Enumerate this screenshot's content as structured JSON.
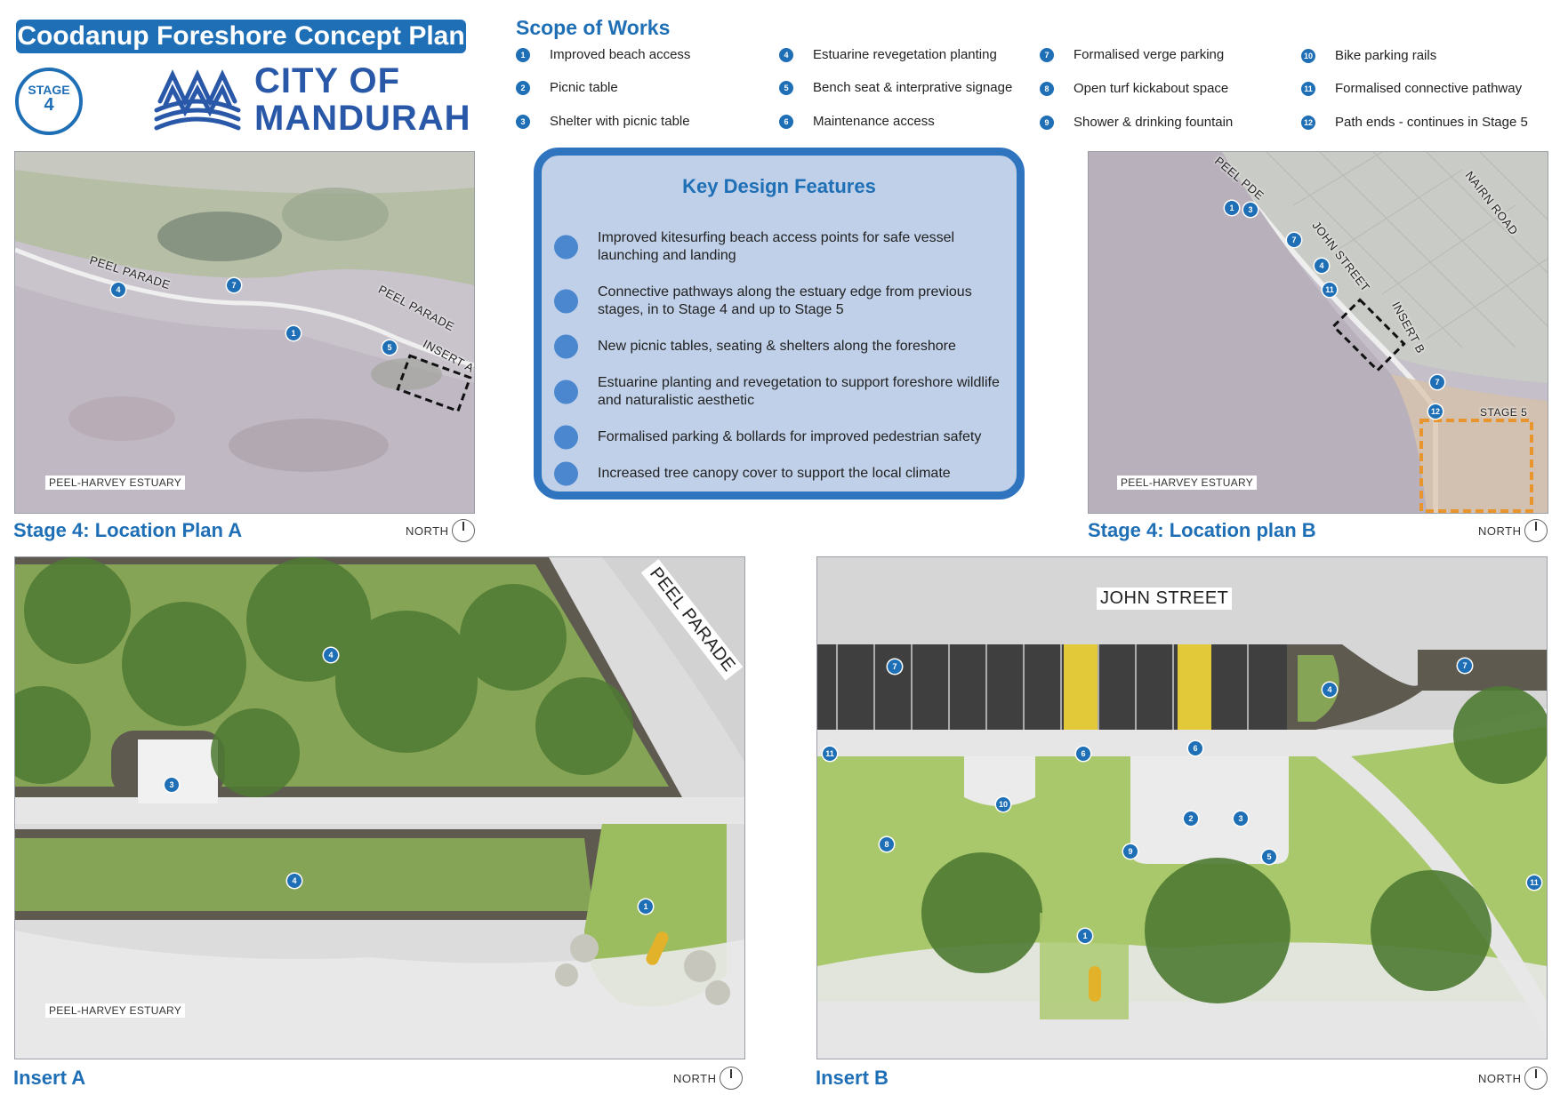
{
  "header": {
    "title": "Coodanup Foreshore Concept Plan",
    "stage_label": "STAGE",
    "stage_number": "4",
    "logo_line1": "CITY OF",
    "logo_line2": "MANDURAH"
  },
  "scope": {
    "title": "Scope of Works",
    "items": [
      {
        "n": "1",
        "label": "Improved beach access"
      },
      {
        "n": "2",
        "label": "Picnic table"
      },
      {
        "n": "3",
        "label": "Shelter with picnic table"
      },
      {
        "n": "4",
        "label": "Estuarine revegetation planting"
      },
      {
        "n": "5",
        "label": "Bench seat & interprative signage"
      },
      {
        "n": "6",
        "label": "Maintenance access"
      },
      {
        "n": "7",
        "label": "Formalised verge parking"
      },
      {
        "n": "8",
        "label": "Open turf kickabout space"
      },
      {
        "n": "9",
        "label": "Shower & drinking fountain"
      },
      {
        "n": "10",
        "label": "Bike parking rails"
      },
      {
        "n": "11",
        "label": "Formalised connective pathway"
      },
      {
        "n": "12",
        "label": "Path ends - continues in Stage 5"
      }
    ]
  },
  "key_features": {
    "title": "Key Design Features",
    "items": [
      "Improved kitesurfing beach access points for safe vessel launching and landing",
      "Connective pathways along the estuary edge from previous stages, in to Stage 4 and up to Stage 5",
      "New picnic tables, seating & shelters along the foreshore",
      "Estuarine planting and revegetation to support foreshore wildlife and naturalistic aesthetic",
      "Formalised parking & bollards for improved pedestrian safety",
      "Increased tree canopy cover to support the local climate"
    ]
  },
  "maps": {
    "north_label": "NORTH",
    "estuary_label": "PEEL-HARVEY ESTUARY",
    "plan_a": {
      "caption": "Stage 4: Location Plan A",
      "road_1": "PEEL PARADE",
      "road_2": "PEEL PARADE",
      "insert_label": "INSERT A",
      "markers": [
        "4",
        "7",
        "1",
        "5"
      ]
    },
    "plan_b": {
      "caption": "Stage 4: Location plan B",
      "road_1": "PEEL PDE",
      "road_2": "JOHN STREET",
      "road_3": "NAIRN ROAD",
      "insert_label": "INSERT B",
      "stage5_label": "STAGE 5",
      "markers": [
        "1",
        "3",
        "7",
        "4",
        "11",
        "7",
        "12"
      ]
    },
    "insert_a": {
      "caption": "Insert A",
      "road": "PEEL PARADE",
      "markers": [
        "4",
        "3",
        "4",
        "1"
      ]
    },
    "insert_b": {
      "caption": "Insert B",
      "road": "JOHN STREET",
      "markers": [
        "7",
        "7",
        "4",
        "11",
        "6",
        "6",
        "10",
        "2",
        "3",
        "8",
        "9",
        "5",
        "1",
        "11"
      ]
    }
  },
  "colors": {
    "brand_blue": "#1f6fb6",
    "panel_fill": "#bfd0e8",
    "stage5_boundary": "#e8952e",
    "grass": "#8fae5c",
    "path": "#e3e3e3"
  }
}
